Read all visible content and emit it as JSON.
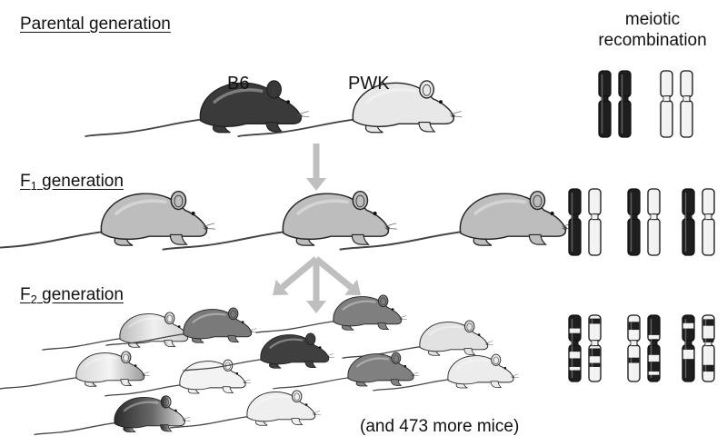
{
  "labels": {
    "parental": "Parental generation",
    "f1_prefix": "F",
    "f1_sub": "1",
    "f1_suffix": " generation",
    "f2_prefix": "F",
    "f2_sub": "2",
    "f2_suffix": " generation",
    "strain_b6": "B6",
    "strain_pwk": "PWK",
    "recomb_line1": "meiotic",
    "recomb_line2": "recombination",
    "more_mice": "(and 473 more mice)"
  },
  "colors": {
    "b6": "#3a3a3a",
    "pwk": "#e8e8e8",
    "f1": "#bdbdbd",
    "arrow": "#bfbfbf",
    "chrom_dark": "#1e1e1e",
    "chrom_light": "#f2f2f2"
  },
  "icons": {
    "mouse": "mouse-icon",
    "chromosome": "chromosome-icon",
    "arrow": "down-arrow-icon"
  }
}
